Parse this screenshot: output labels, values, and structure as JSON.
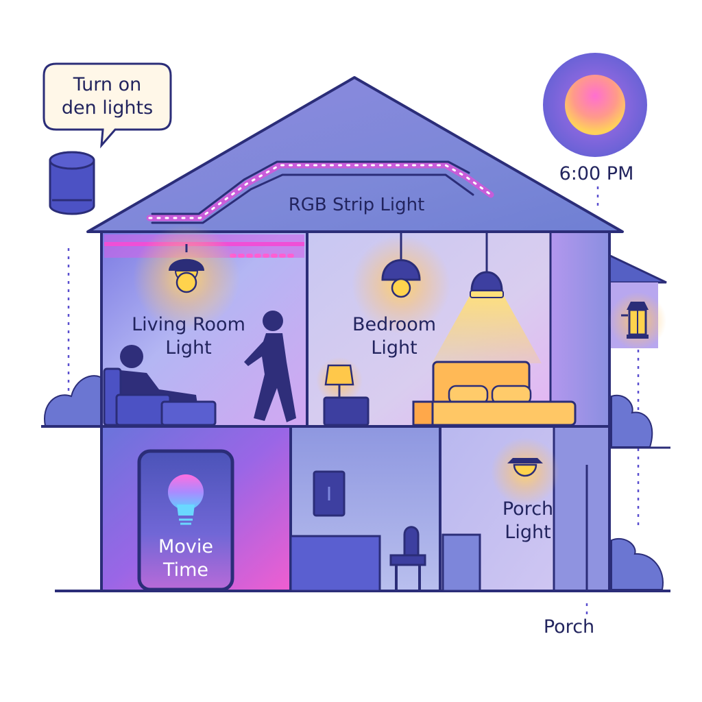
{
  "voice_assistant": {
    "command": [
      "Turn on",
      "den lights"
    ],
    "device_icon": "smart-speaker-icon"
  },
  "schedule": {
    "time": "6:00 PM",
    "icon": "sunset-icon"
  },
  "house": {
    "attic_label": "RGB Strip Light",
    "rooms": {
      "living_room": [
        "Living Room",
        "Light"
      ],
      "bedroom": [
        "Bedroom",
        "Light"
      ],
      "porch_room": [
        "Porch",
        "Light"
      ]
    },
    "exterior_label": "Porch"
  },
  "phone_app": {
    "scene_label": [
      "Movie",
      "Time"
    ],
    "icon": "lightbulb-icon"
  },
  "colors": {
    "outline": "#2b2d78",
    "house_fill": "#7b83d6",
    "warm_light": "#ffc94d",
    "magenta_accent": "#e14fd9",
    "cyan_accent": "#4fd3ff"
  }
}
